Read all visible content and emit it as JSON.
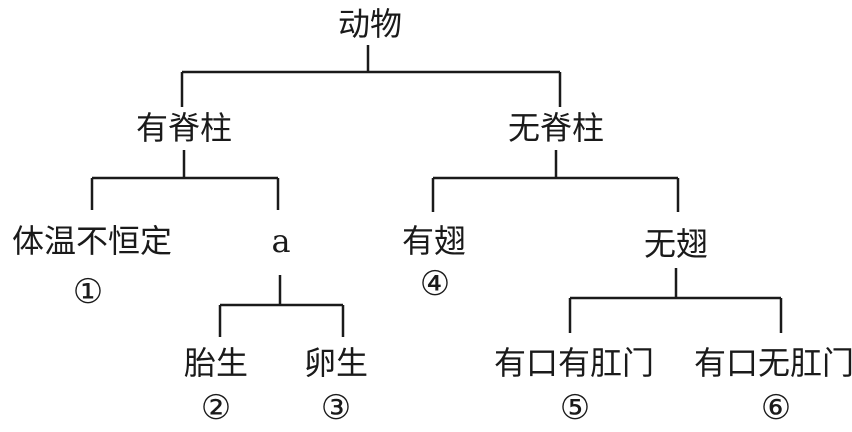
{
  "diagram": {
    "root": "动物",
    "vertebrate": "有脊柱",
    "invertebrate": "无脊柱",
    "temp_not_constant": "体温不恒定",
    "a_label": "a",
    "has_wings": "有翅",
    "no_wings": "无翅",
    "viviparous": "胎生",
    "oviparous": "卵生",
    "mouth_with_anus": "有口有肛门",
    "mouth_no_anus": "有口无肛门",
    "marks": {
      "m1": "①",
      "m2": "②",
      "m3": "③",
      "m4": "④",
      "m5": "⑤",
      "m6": "⑥"
    }
  }
}
